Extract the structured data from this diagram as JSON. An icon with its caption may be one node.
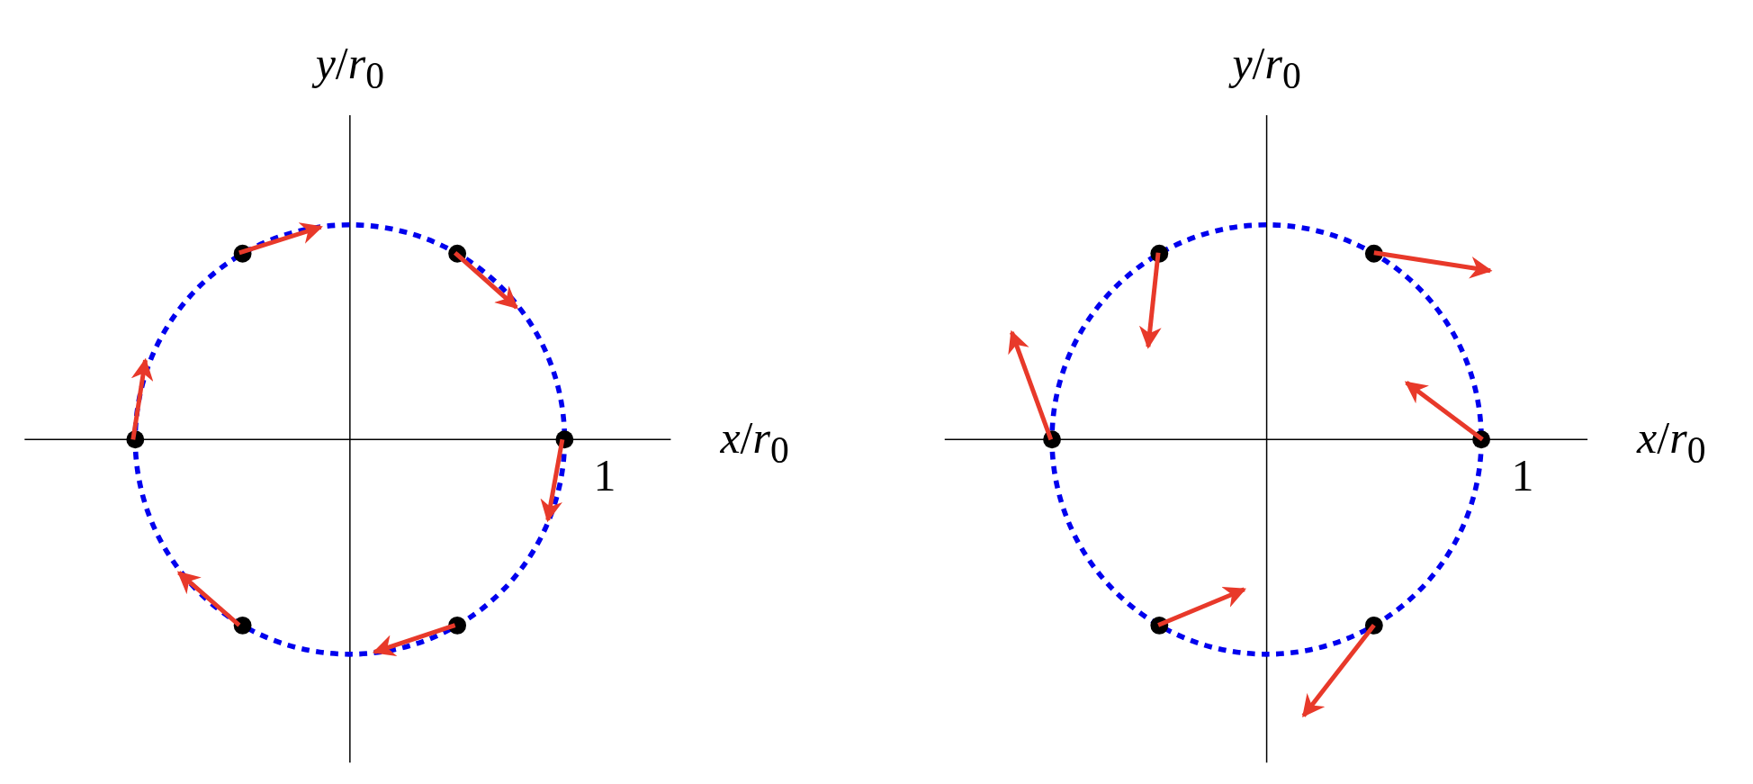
{
  "diagram": {
    "labels": [
      "*y*/*r*$_{0}$",
      "*x*/*r*$_{0}$",
      "1",
      "*y*/*r*$_{0}$",
      "*x*/*r*$_{0}$",
      "1"
    ]
  }
}
